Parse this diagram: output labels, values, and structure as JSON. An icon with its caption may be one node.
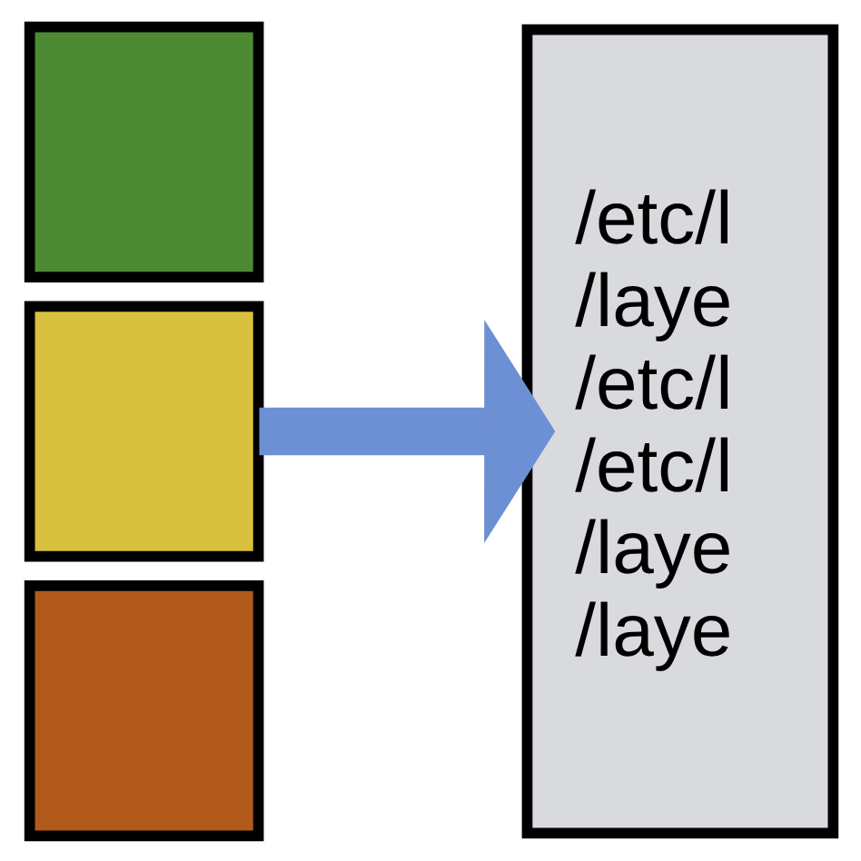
{
  "diagram": {
    "nodes": [
      {
        "text": [],
        "shape": "box"
      },
      {
        "text": [],
        "shape": "box"
      },
      {
        "text": [],
        "shape": "box"
      },
      {
        "text": [
          "/etc/l",
          "/laye",
          "/etc/l",
          "/etc/l",
          "/laye",
          "/laye"
        ]
      }
    ],
    "edges": [
      {
        "from": 1,
        "to": 3,
        "arrow": "to",
        "color": "#6d8fd4"
      }
    ]
  }
}
